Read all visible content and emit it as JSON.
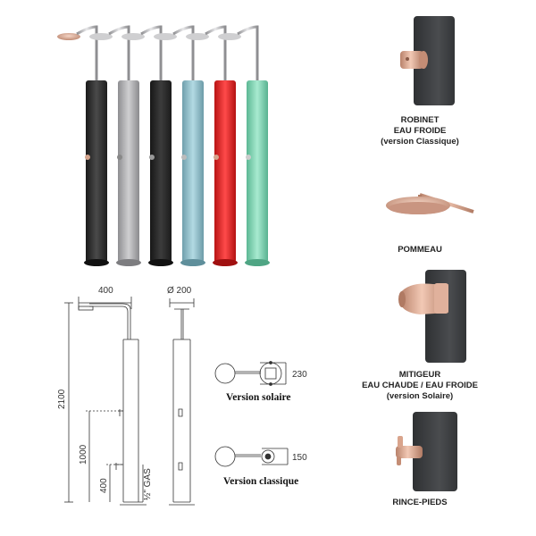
{
  "accessories": {
    "robinet": {
      "line1": "ROBINET",
      "line2": "EAU FROIDE",
      "line3": "(version Classique)"
    },
    "pommeau": {
      "line1": "POMMEAU"
    },
    "mitigeur": {
      "line1": "MITIGEUR",
      "line2": "EAU CHAUDE / EAU FROIDE",
      "line3": "(version Solaire)"
    },
    "rince": {
      "line1": "RINCE-PIEDS"
    }
  },
  "drawing": {
    "width_dim": "400",
    "diameter_dim": "Ø 200",
    "height_total": "2100",
    "height_mid": "1000",
    "height_low": "400",
    "gas_label": "½\" GAS",
    "solar_dim": "230",
    "classic_dim": "150",
    "solar_label": "Version solaire",
    "classic_label": "Version classique"
  },
  "colors": {
    "variant_bodies": [
      "#2b2b2b",
      "#a8a8ab",
      "#262626",
      "#8fbfcb",
      "#e02a2a",
      "#7fd1b2"
    ],
    "brushed_copper": "#d9a48c",
    "anthracite_panel": "#3b3d3f"
  }
}
